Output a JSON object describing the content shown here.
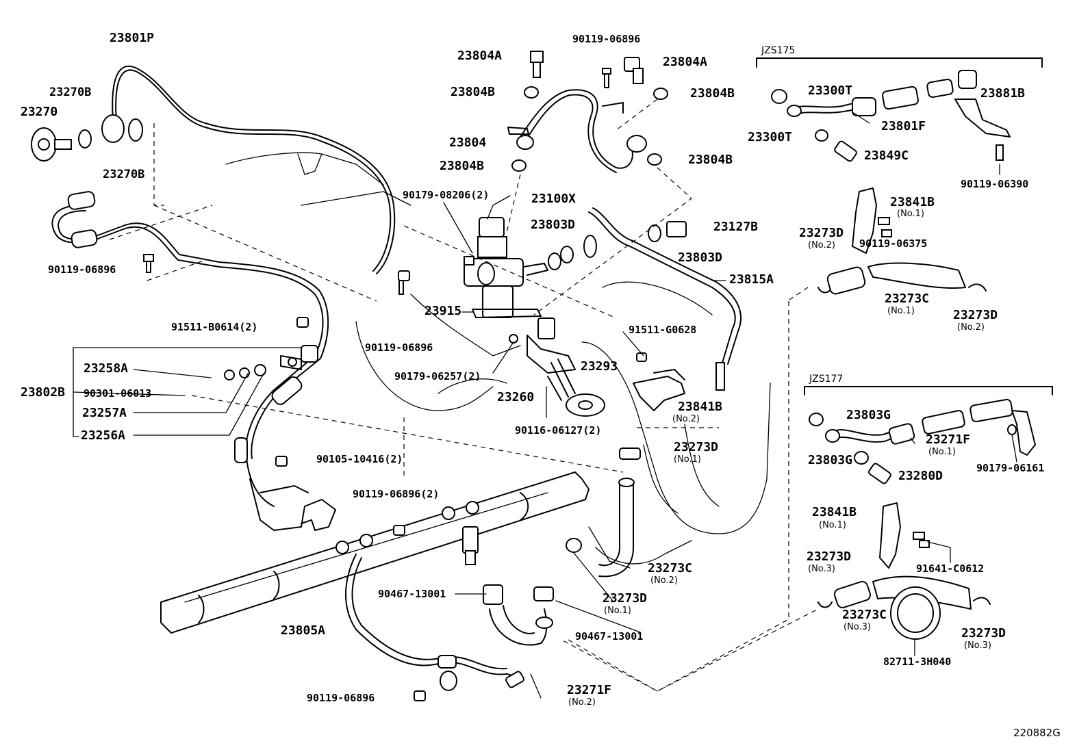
{
  "groups": {
    "jzs175": "JZS175",
    "jzs177": "JZS177"
  },
  "drawing_ref": "220882G",
  "parts": {
    "p23801P": "23801P",
    "p23270B_a": "23270B",
    "p23270": "23270",
    "p23270B_b": "23270B",
    "p90119_06896_a": "90119-06896",
    "p91511_B0614": "91511-B0614(2)",
    "p23258A": "23258A",
    "p23802B": "23802B",
    "p90301_06013": "90301-06013",
    "p23257A": "23257A",
    "p23256A": "23256A",
    "p90105_10416": "90105-10416(2)",
    "p90119_06896_b": "90119-06896(2)",
    "p90467_13001_a": "90467-13001",
    "p23805A": "23805A",
    "p90119_06896_c": "90119-06896",
    "p23271F_b": "23271F",
    "p23271F_b_note": "(No.2)",
    "p90467_13001_b": "90467-13001",
    "p23273D_f": "23273D",
    "p23273D_f_note": "(No.1)",
    "p23273C_b": "23273C",
    "p23273C_b_note": "(No.2)",
    "p23804A_a": "23804A",
    "p23804B_a": "23804B",
    "p23804": "23804",
    "p23804B_b": "23804B",
    "p90119_06896_top": "90119-06896",
    "p23804A_b": "23804A",
    "p23804B_c": "23804B",
    "p23804B_d": "23804B",
    "p90179_08206": "90179-08206(2)",
    "p23100X": "23100X",
    "p23803D_a": "23803D",
    "p23127B": "23127B",
    "p23803D_b": "23803D",
    "p23815A": "23815A",
    "p23915": "23915",
    "p90119_06896_d": "90119-06896",
    "p91511_G0628": "91511-G0628",
    "p90179_06257": "90179-06257(2)",
    "p23293": "23293",
    "p23260": "23260",
    "p23841B_a": "23841B",
    "p23841B_a_note": "(No.2)",
    "p90116_06127": "90116-06127(2)",
    "p23273D_e": "23273D",
    "p23273D_e_note": "(No.1)",
    "p23300T_a": "23300T",
    "p23881B": "23881B",
    "p23801F": "23801F",
    "p23300T_b": "23300T",
    "p23849C": "23849C",
    "p90119_06390": "90119-06390",
    "p23841B_b": "23841B",
    "p23841B_b_note": "(No.1)",
    "p23273D_a": "23273D",
    "p23273D_a_note": "(No.2)",
    "p90119_06375": "90119-06375",
    "p23273C_a": "23273C",
    "p23273C_a_note": "(No.1)",
    "p23273D_b": "23273D",
    "p23273D_b_note": "(No.2)",
    "p23803G_a": "23803G",
    "p23271F_a": "23271F",
    "p23271F_a_note": "(No.1)",
    "p90179_06161": "90179-06161",
    "p23803G_b": "23803G",
    "p23280D": "23280D",
    "p23841B_c": "23841B",
    "p23841B_c_note": "(No.1)",
    "p23273D_c": "23273D",
    "p23273D_c_note": "(No.3)",
    "p91641_C0612": "91641-C0612",
    "p23273C_c": "23273C",
    "p23273C_c_note": "(No.3)",
    "p23273D_d": "23273D",
    "p23273D_d_note": "(No.3)",
    "p82711_3H040": "82711-3H040"
  }
}
